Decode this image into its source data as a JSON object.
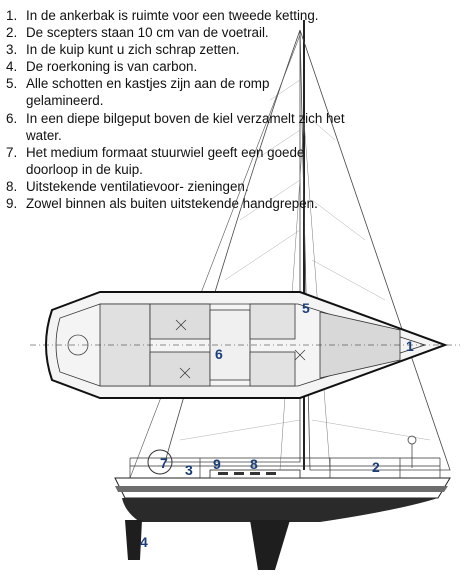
{
  "legend": {
    "items": [
      {
        "num": "1.",
        "text": "In de ankerbak is ruimte voor een tweede ketting."
      },
      {
        "num": "2.",
        "text": "De scepters staan 10 cm van de voetrail."
      },
      {
        "num": "3.",
        "text": "In de kuip kunt u zich schrap zetten."
      },
      {
        "num": "4.",
        "text": "De roerkoning is van carbon."
      },
      {
        "num": "5.",
        "text": "Alle schotten en kastjes zijn aan de romp gelamineerd."
      },
      {
        "num": "6.",
        "text": "In een diepe bilgeput boven de kiel verzamelt zich het water."
      },
      {
        "num": "7.",
        "text": "Het medium formaat stuurwiel geeft een goede doorloop in de kuip."
      },
      {
        "num": "8.",
        "text": "Uitstekende ventilatievoor- zieningen."
      },
      {
        "num": "9.",
        "text": "Zowel binnen als buiten uitstekende handgrepen."
      }
    ]
  },
  "callouts": {
    "c1": "1",
    "c2": "2",
    "c3": "3",
    "c4": "4",
    "c5": "5",
    "c6": "6",
    "c7": "7",
    "c8": "8",
    "c9": "9"
  },
  "colors": {
    "callout": "#1a3e7a",
    "hull_band": "#6d6d6d",
    "underwater": "#2a2a2a",
    "line": "#222222"
  }
}
